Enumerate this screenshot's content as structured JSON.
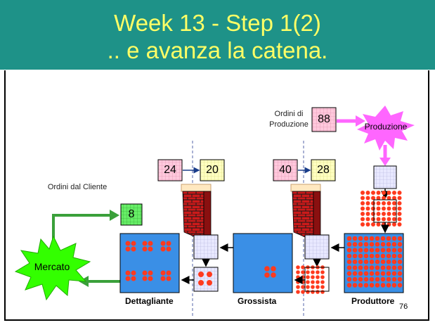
{
  "title": {
    "line1": "Week 13 - Step 1(2)",
    "line2": ".. e avanza la catena."
  },
  "labels": {
    "orders_production": "Ordini di Produzione",
    "orders_from_client": "Ordini dal Cliente",
    "production": "Produzione",
    "market": "Mercato",
    "retailer": "Dettagliante",
    "wholesaler": "Grossista",
    "producer": "Produttore",
    "page_number": "76"
  },
  "values": {
    "production_order": "88",
    "retailer_order_out": "24",
    "retailer_order_in": "20",
    "wholesaler_order_out": "40",
    "wholesaler_order_in": "28",
    "client_order": "8"
  },
  "colors": {
    "header": "#1e9288",
    "title": "#ffff66",
    "warehouse": "#3a8fe6",
    "dot": "#ff3a1e",
    "order_box_pink": "#ffc8dc",
    "order_box_yellow": "#ffffc0",
    "client_order_box": "#66ee66",
    "market_star": "#33ff00",
    "production_star": "#ff66ff",
    "arrow_green": "#3aa03a"
  }
}
